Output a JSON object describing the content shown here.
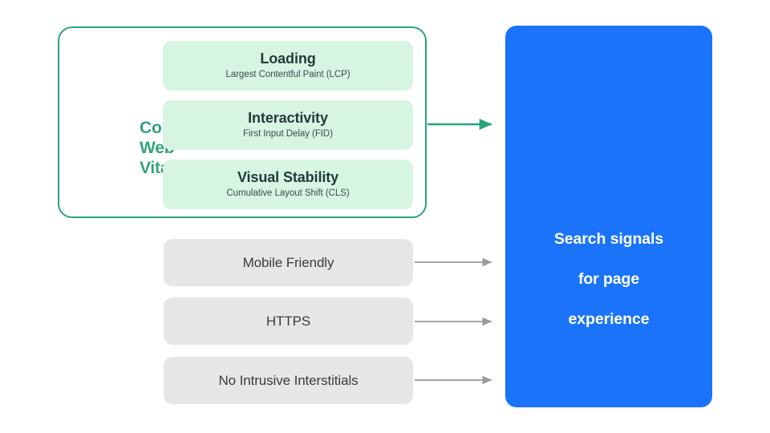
{
  "diagram": {
    "title": "Search signals for page experience",
    "colors": {
      "accent_green": "#2aa37b",
      "label_green": "#34a37a",
      "card_mint": "#d6f5e3",
      "box_grey": "#e6e6e7",
      "panel_blue": "#1a73f8",
      "arrow_grey": "#9a9a9e",
      "text_dark": "#25393a",
      "background": "#ffffff"
    },
    "core_web_vitals": {
      "label": "Core\nWeb\nVitals",
      "label_line_1": "Core",
      "label_line_2": "Web",
      "label_line_3": "Vitals",
      "metrics": [
        {
          "title": "Loading",
          "subtitle": "Largest Contentful Paint (LCP)",
          "abbr": "LCP"
        },
        {
          "title": "Interactivity",
          "subtitle": "First Input Delay (FID)",
          "abbr": "FID"
        },
        {
          "title": "Visual Stability",
          "subtitle": "Cumulative Layout Shift (CLS)",
          "abbr": "CLS"
        }
      ]
    },
    "other_signals": [
      {
        "label": "Mobile Friendly"
      },
      {
        "label": "HTTPS"
      },
      {
        "label": "No Intrusive Interstitials"
      }
    ],
    "destination": {
      "text": "Search signals\nfor page\nexperience",
      "line_1": "Search signals",
      "line_2": "for page",
      "line_3": "experience"
    },
    "connectors": [
      {
        "from": "core-web-vitals-group",
        "to": "search-signals-panel",
        "color": "#2aa37b"
      },
      {
        "from": "mobile-friendly",
        "to": "search-signals-panel",
        "color": "#9a9a9e"
      },
      {
        "from": "https",
        "to": "search-signals-panel",
        "color": "#9a9a9e"
      },
      {
        "from": "no-intrusive-interstitials",
        "to": "search-signals-panel",
        "color": "#9a9a9e"
      }
    ]
  }
}
